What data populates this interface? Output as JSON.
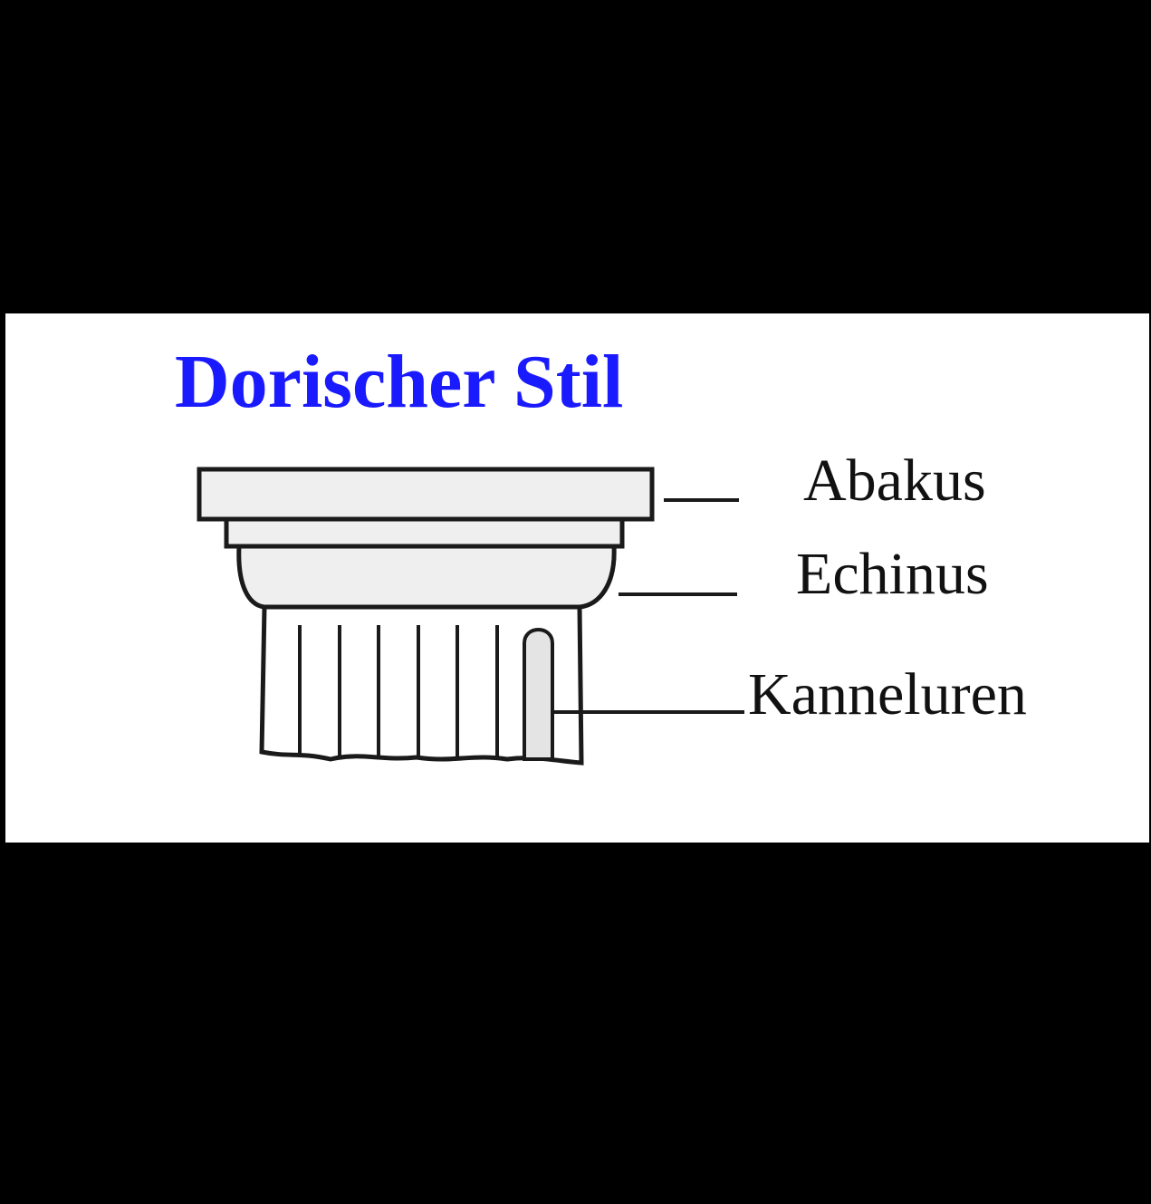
{
  "diagram": {
    "title": "Dorischer Stil",
    "labels": {
      "abakus": "Abakus",
      "echinus": "Echinus",
      "kanneluren": "Kanneluren"
    }
  },
  "colors": {
    "title": "#1a1aff",
    "text": "#111111",
    "outline": "#1a1a1a",
    "fill": "#efefef",
    "panel": "#ffffff",
    "background": "#000000"
  }
}
